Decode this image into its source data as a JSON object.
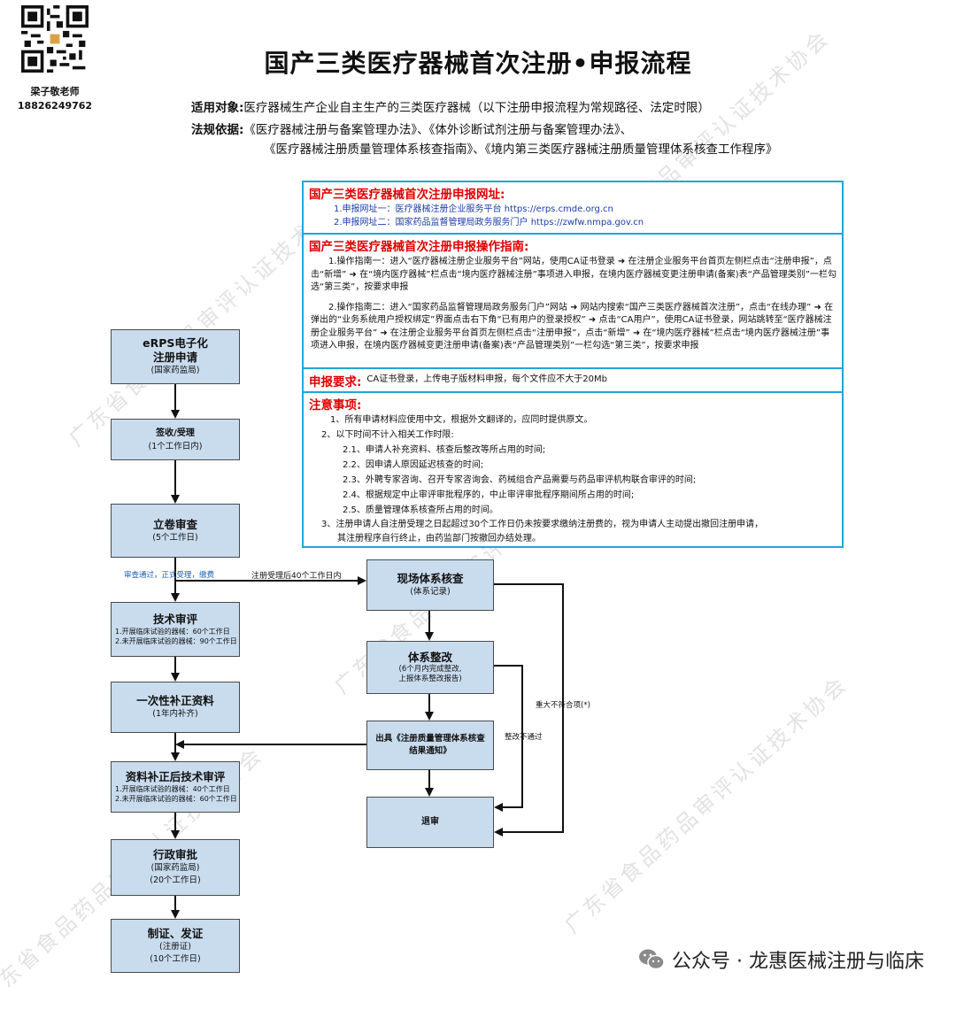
{
  "author": {
    "name": "梁子敬老师",
    "phone": "18826249762"
  },
  "title": "国产三类医疗器械首次注册•申报流程",
  "scope": {
    "label": "适用对象:",
    "text": "医疗器械生产企业自主生产的三类医疗器械（以下注册申报流程为常规路径、法定时限）"
  },
  "basis": {
    "label": "法规依据:",
    "line1": "《医疗器械注册与备案管理办法》、《体外诊断试剂注册与备案管理办法》、",
    "line2": "《医疗器械注册质量管理体系核查指南》、《境内第三类医疗器械注册质量管理体系核查工作程序》"
  },
  "info": {
    "website_title": "国产三类医疗器械首次注册申报网址:",
    "website1": "1.申报网址一：医疗器械注册企业服务平台 https://erps.cmde.org.cn",
    "website2": "2.申报网址二：国家药品监督管理局政务服务门户 https://zwfw.nmpa.gov.cn",
    "guide_title": "国产三类医疗器械首次注册申报操作指南:",
    "guide1": "1.操作指南一：进入“医疗器械注册企业服务平台”网站，使用CA证书登录 ➜ 在注册企业服务平台首页左侧栏点击“注册申报”，点击“新增” ➜ 在“境内医疗器械”栏点击“境内医疗器械注册”事项进入申报，在境内医疗器械变更注册申请(备案)表“产品管理类别”一栏勾选“第三类”，按要求申报",
    "guide2": "2.操作指南二：进入“国家药品监督管理局政务服务门户”网站 ➜ 网站内搜索“国产三类医疗器械首次注册”，点击“在线办理” ➜ 在弹出的“业务系统用户授权绑定”界面点击右下角“已有用户的登录授权” ➜ 点击“CA用户”，使用CA证书登录，网站跳转至“医疗器械注册企业服务平台” ➜ 在注册企业服务平台首页左侧栏点击“注册申报”，点击“新增” ➜ 在“境内医疗器械”栏点击“境内医疗器械注册”事项进入申报，在境内医疗器械变更注册申请(备案)表“产品管理类别”一栏勾选“第三类”，按要求申报",
    "req_title": "申报要求:",
    "req_text": "CA证书登录，上传电子版材料申报，每个文件应不大于20Mb",
    "note_title": "注意事项:",
    "notes": [
      "1、所有申请材料应使用中文，根据外文翻译的，应同时提供原文。",
      "2、以下时间不计入相关工作时限:",
      "2.1、申请人补充资料、核查后整改等所占用的时间;",
      "2.2、因申请人原因延迟核查的时间;",
      "2.3、外聘专家咨询、召开专家咨询会、药械组合产品需要与药品审评机构联合审评的时间;",
      "2.4、根据规定中止审评审批程序的，中止审评审批程序期间所占用的时间;",
      "2.5、质量管理体系核查所占用的时间。",
      "3、注册申请人自注册受理之日起超过30个工作日仍未按要求缴纳注册费的，视为申请人主动提出撤回注册申请，",
      "其注册程序自行终止，由药监部门按撤回办结处理。"
    ]
  },
  "flow": {
    "b1": {
      "title1": "eRPS电子化",
      "title2": "注册申请",
      "sub": "(国家药监局)"
    },
    "b2": {
      "title": "签收/受理",
      "sub": "(1个工作日内)"
    },
    "b3": {
      "title": "立卷审查",
      "sub": "(5个工作日)"
    },
    "b4": {
      "title": "技术审评",
      "l1": "1.开展临床试验的器械：60个工作日",
      "l2": "2.未开展临床试验的器械：90个工作日"
    },
    "b5": {
      "title": "一次性补正资料",
      "sub": "(1年内补齐)"
    },
    "b6": {
      "title": "资料补正后技术审评",
      "l1": "1.开展临床试验的器械：40个工作日",
      "l2": "2.未开展临床试验的器械：60个工作日"
    },
    "b7": {
      "title": "行政审批",
      "sub1": "(国家药监局)",
      "sub2": "(20个工作日)"
    },
    "b8": {
      "title": "制证、发证",
      "sub1": "(注册证)",
      "sub2": "(10个工作日)"
    },
    "r1": {
      "title": "现场体系核查",
      "sub": "(体系记录)"
    },
    "r2": {
      "title": "体系整改",
      "sub1": "(6个月内完成整改,",
      "sub2": "上报体系整改报告)"
    },
    "r3": {
      "title1": "出具《注册质量管理体系核查",
      "title2": "结果通知》"
    },
    "r4": {
      "title": "退审"
    },
    "label_pass": "审查通过，正式受理，缴费",
    "label_40days": "注册受理后40个工作日内",
    "label_major": "重大不符合项(*)",
    "label_fail": "整改不通过"
  },
  "watermark": "广东省食品药品审评认证技术协会",
  "footer": {
    "icon": "wechat-icon",
    "text": "公众号 · 龙惠医械注册与临床"
  }
}
